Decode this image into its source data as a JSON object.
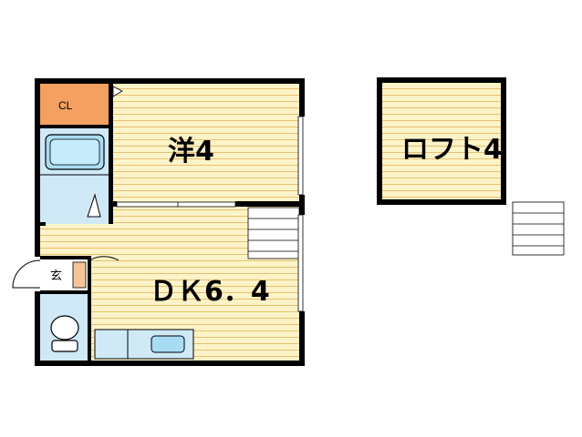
{
  "rooms": {
    "western_room": {
      "label": "洋4"
    },
    "loft": {
      "label": "ロフト4"
    },
    "dining_kitchen": {
      "label": "ＤＫ6．4"
    },
    "closet": {
      "label": "CL"
    },
    "entrance": {
      "label": "玄"
    }
  },
  "colors": {
    "floor_wood": "#fdf3c8",
    "floor_lines": "#e8c070",
    "wall": "#000000",
    "closet": "#f3a060",
    "wet_area": "#cfe9f7",
    "fixture": "#a8dcf4"
  }
}
